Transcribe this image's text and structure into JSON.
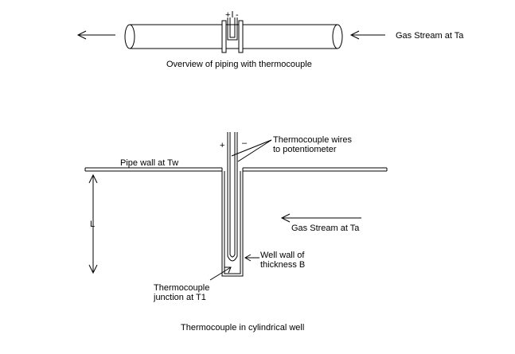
{
  "top": {
    "caption": "Overview of piping with thermocouple",
    "gas_stream_label": "Gas Stream at Ta",
    "plus_sign": "+",
    "minus_sign": "-"
  },
  "bottom": {
    "plus_sign": "+",
    "minus_sign": "–",
    "wires_label_line1": "Thermocouple wires",
    "wires_label_line2": "to potentiometer",
    "pipe_wall_label": "Pipe wall at Tw",
    "length_label": "L",
    "gas_stream_label": "Gas Stream at Ta",
    "well_wall_line1": "Well wall of",
    "well_wall_line2": "thickness B",
    "junction_line1": "Thermocouple",
    "junction_line2": "junction at T1",
    "caption": "Thermocouple in cylindrical well"
  }
}
